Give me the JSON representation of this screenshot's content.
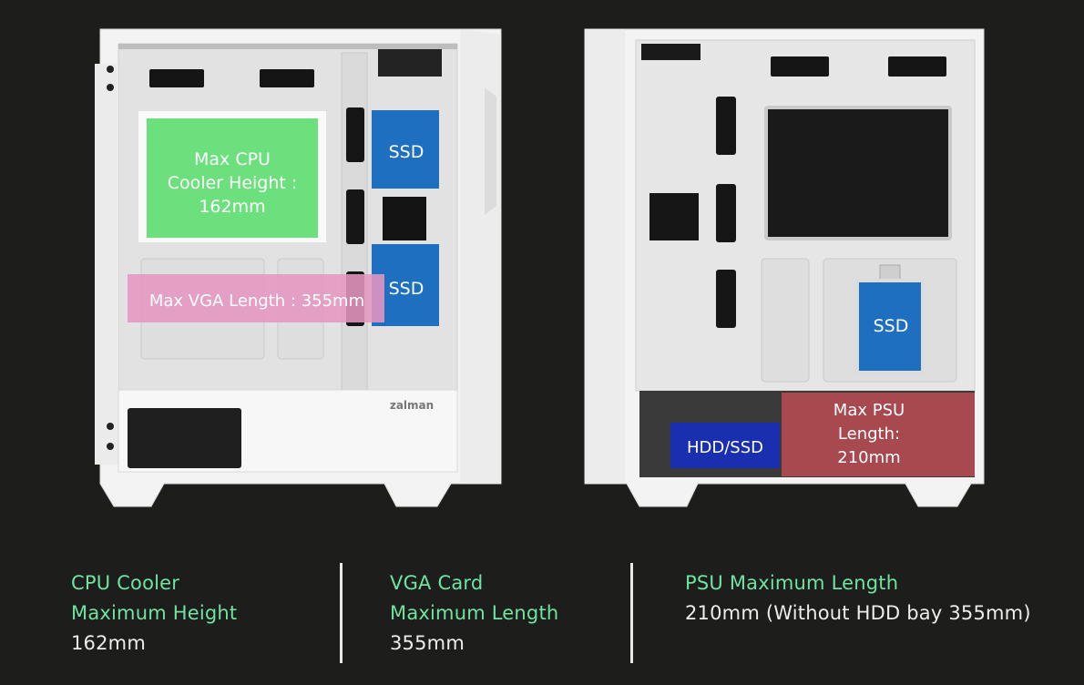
{
  "left_case": {
    "cpu_overlay": "Max CPU\nCooler Height :\n162mm",
    "cpu_line1": "Max CPU",
    "cpu_line2": "Cooler Height :",
    "cpu_line3": "162mm",
    "vga_overlay": "Max VGA Length : 355mm",
    "ssd_top": "SSD",
    "ssd_bottom": "SSD",
    "brand": "zalman"
  },
  "right_case": {
    "ssd": "SSD",
    "hdd": "HDD/SSD",
    "psu_line1": "Max PSU",
    "psu_line2": "Length:",
    "psu_line3": "210mm"
  },
  "specs": {
    "cpu": {
      "title1": "CPU Cooler",
      "title2": "Maximum Height",
      "value": "162mm"
    },
    "vga": {
      "title1": "VGA Card",
      "title2": "Maximum Length",
      "value": "355mm"
    },
    "psu": {
      "title1": "PSU Maximum Length",
      "value": "210mm (Without HDD bay 355mm)"
    }
  },
  "colors": {
    "background": "#1d1d1c",
    "accent_green": "#6fe3a0",
    "cpu_box": "#6be07c",
    "vga_band": "#e596c0",
    "ssd_blue": "#1f6fc0",
    "hdd_blue": "#1a2fb0",
    "psu_red": "#b54a52"
  }
}
